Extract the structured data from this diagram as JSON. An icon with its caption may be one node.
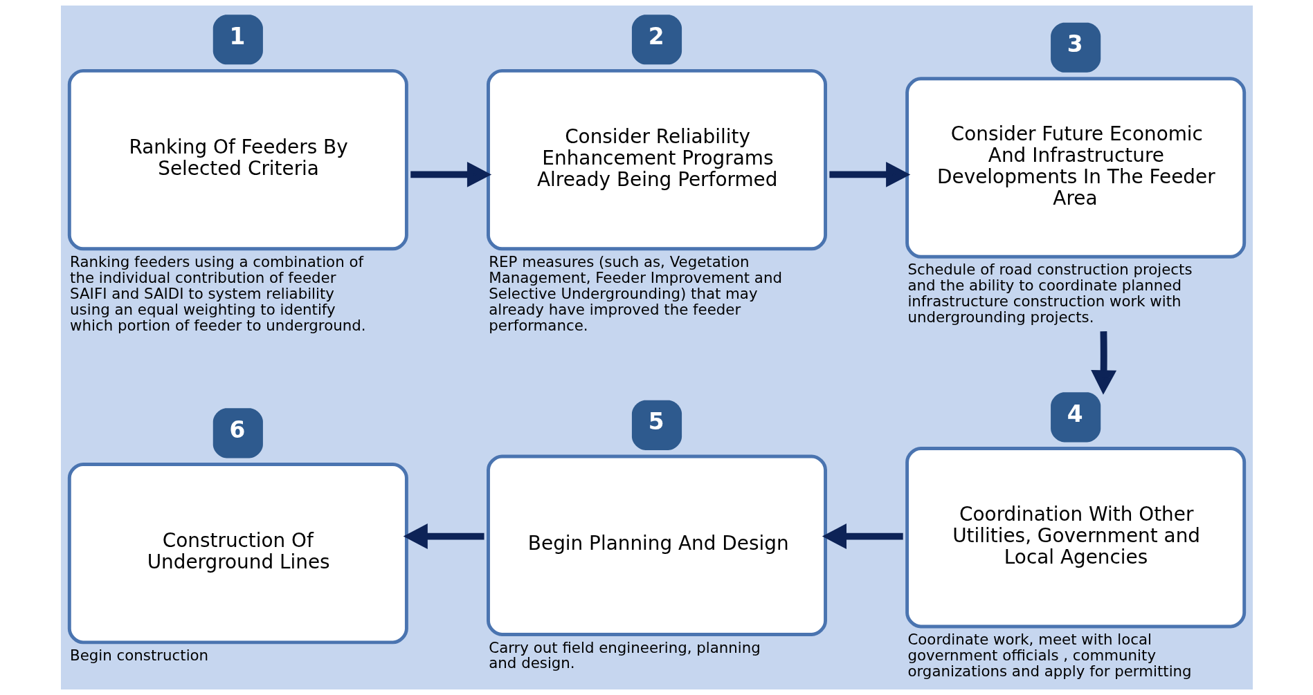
{
  "diagram": {
    "nodes": [
      {
        "text": [
          "1",
          "Ranking Of Feeders By Selected Criteria"
        ],
        "beside": [
          "Ranking feeders using a combination of the individual contribution of feeder SAIFI and SAIDI to system reliability using an equal weighting to identify which portion of feeder to underground."
        ]
      },
      {
        "text": [
          "2",
          "Consider Reliability Enhancement Programs Already Being Performed"
        ],
        "beside": [
          "REP measures (such as, Vegetation Management, Feeder Improvement and Selective Undergrounding) that may already have improved the feeder performance."
        ]
      },
      {
        "text": [
          "3",
          "Consider Future Economic And Infrastructure Developments In The Feeder Area"
        ],
        "beside": [
          "Schedule of road construction projects and the ability to coordinate planned infrastructure construction work with undergrounding projects."
        ]
      },
      {
        "text": [
          "4",
          "Coordination With Other Utilities, Government and Local Agencies"
        ],
        "beside": [
          "Coordinate work, meet with local government officials , community organizations and apply for permitting"
        ]
      },
      {
        "text": [
          "5",
          "Begin Planning And Design"
        ],
        "beside": [
          "Carry out field engineering, planning and design."
        ]
      },
      {
        "text": [
          "6",
          "Construction Of Underground Lines"
        ],
        "beside": [
          "Begin construction"
        ]
      }
    ],
    "edges": [
      {
        "from": 0,
        "to": 1,
        "arrow": "to"
      },
      {
        "from": 1,
        "to": 2,
        "arrow": "to"
      },
      {
        "from": 2,
        "to": 3,
        "arrow": "to"
      },
      {
        "from": 3,
        "to": 4,
        "arrow": "to"
      },
      {
        "from": 4,
        "to": 5,
        "arrow": "to"
      }
    ]
  }
}
